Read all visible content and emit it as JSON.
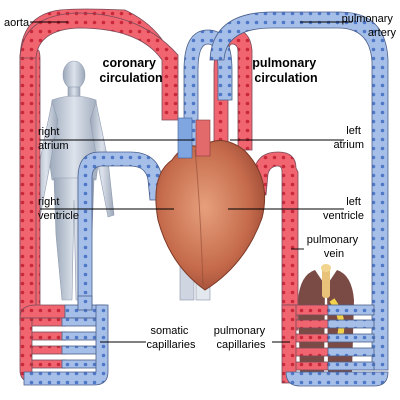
{
  "headings": {
    "coronary": [
      "coronary",
      "circulation"
    ],
    "pulmonary": [
      "pulmonary",
      "circulation"
    ]
  },
  "labels": {
    "aorta": "aorta",
    "pulmonary_artery": [
      "pulmonary",
      "artery"
    ],
    "right_atrium": [
      "right",
      "atrium"
    ],
    "left_atrium": [
      "left",
      "atrium"
    ],
    "right_ventricle": [
      "right",
      "ventricle"
    ],
    "left_ventricle": [
      "left",
      "ventricle"
    ],
    "pulmonary_vein": [
      "pulmonary",
      "vein"
    ],
    "somatic_capillaries": [
      "somatic",
      "capillaries"
    ],
    "pulmonary_capillaries": [
      "pulmonary",
      "capillaries"
    ]
  },
  "colors": {
    "oxygenated_vessel": "#f0656f",
    "oxygenated_dots": "#c9283a",
    "deoxygenated_vessel": "#a6bfe9",
    "deoxygenated_dots": "#4f77c7",
    "vessel_outline": "#7a4a5a",
    "body_figure": "#b9c4d3",
    "heart": "#c97858",
    "lungs": "#7a4a45"
  }
}
